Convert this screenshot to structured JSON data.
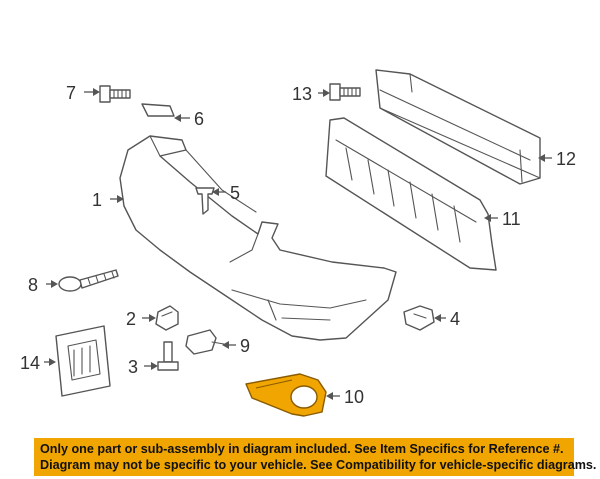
{
  "callouts": {
    "c1": "1",
    "c2": "2",
    "c3": "3",
    "c4": "4",
    "c5": "5",
    "c6": "6",
    "c7": "7",
    "c8": "8",
    "c9": "9",
    "c10": "10",
    "c11": "11",
    "c12": "12",
    "c13": "13",
    "c14": "14"
  },
  "notice": {
    "line1": "Only one part or sub-assembly in diagram included. See Item Specifics for Reference #.",
    "line2": "Diagram may not be specific to your vehicle. See Compatibility for vehicle-specific diagrams."
  },
  "colors": {
    "highlight_part": "#f0a500",
    "notice_background": "#f0a500",
    "line": "#555555"
  }
}
